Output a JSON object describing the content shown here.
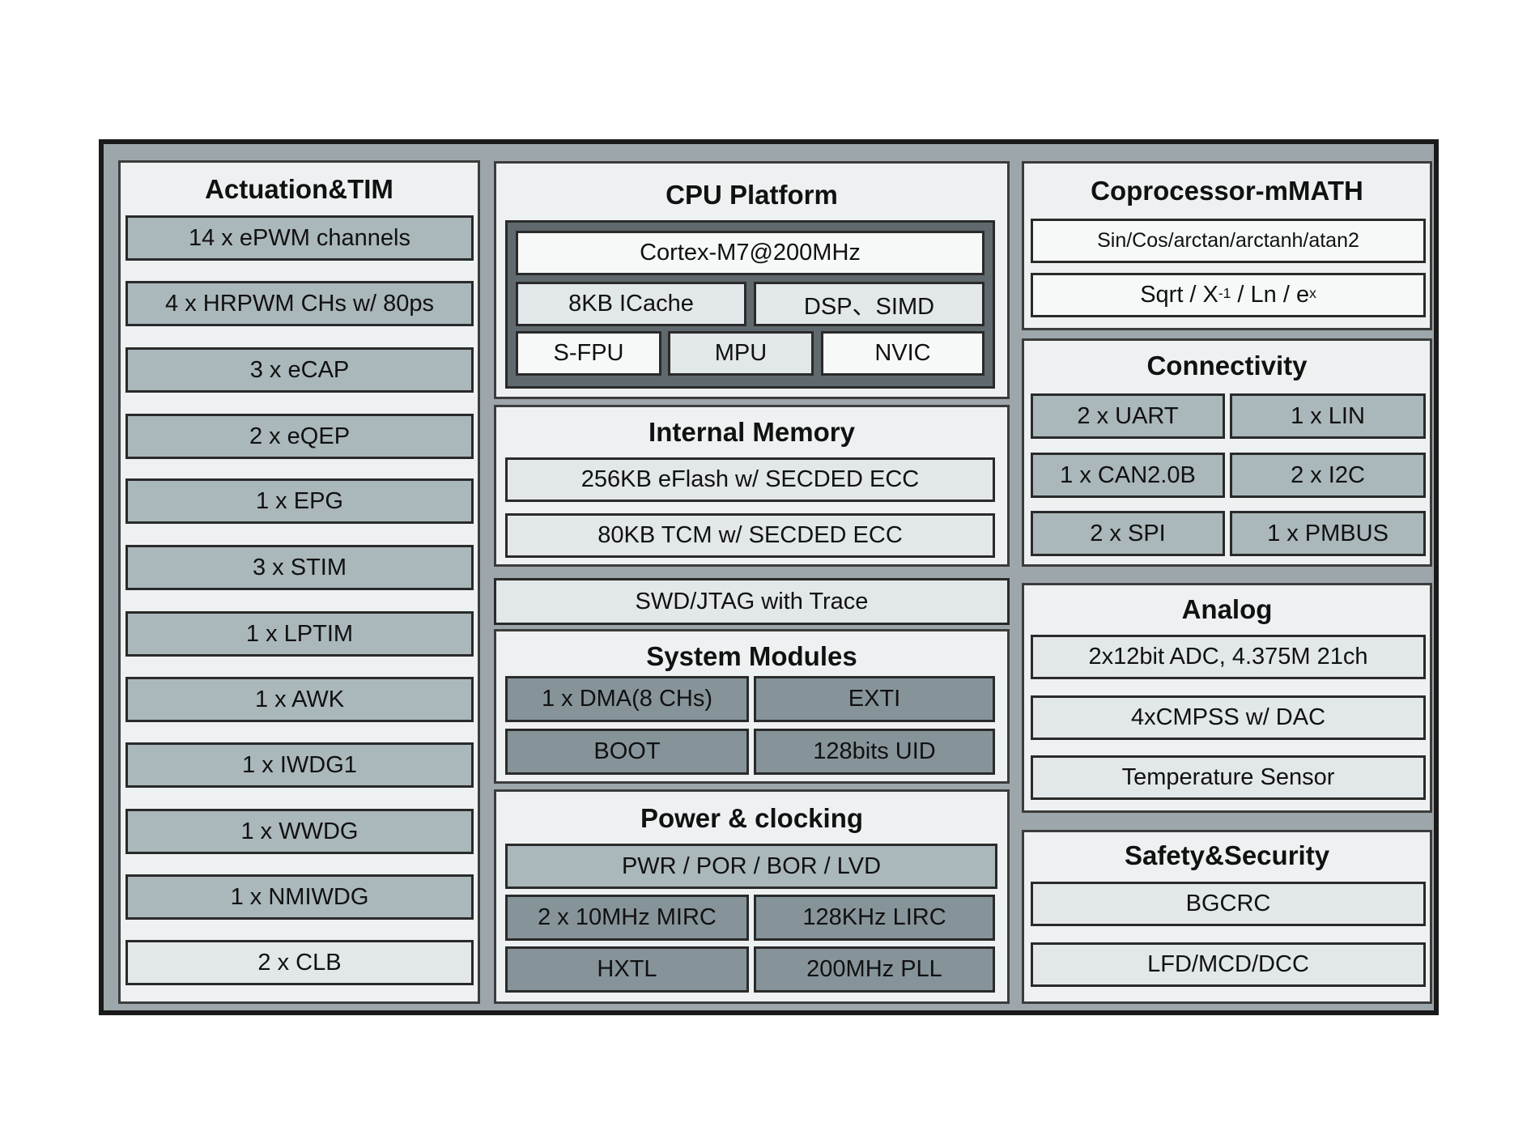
{
  "actuation": {
    "title": "Actuation&TIM",
    "items": [
      "14 x ePWM channels",
      "4 x HRPWM CHs w/ 80ps",
      "3 x eCAP",
      "2 x eQEP",
      "1 x EPG",
      "3 x STIM",
      "1 x LPTIM",
      "1 x AWK",
      "1 x IWDG1",
      "1 x WWDG",
      "1 x NMIWDG",
      "2 x CLB"
    ]
  },
  "cpu": {
    "title": "CPU Platform",
    "core": "Cortex-M7@200MHz",
    "icache": "8KB ICache",
    "dsp": "DSP、SIMD",
    "sfpu": "S-FPU",
    "mpu": "MPU",
    "nvic": "NVIC"
  },
  "memory": {
    "title": "Internal Memory",
    "eflash": "256KB eFlash w/ SECDED ECC",
    "tcm": "80KB TCM w/ SECDED ECC"
  },
  "debug": {
    "label": "SWD/JTAG with Trace"
  },
  "system": {
    "title": "System Modules",
    "dma": "1 x DMA(8 CHs)",
    "exti": "EXTI",
    "boot": "BOOT",
    "uid": "128bits UID"
  },
  "power": {
    "title": "Power & clocking",
    "pwr": "PWR / POR / BOR / LVD",
    "mirc": "2 x 10MHz MIRC",
    "lirc": "128KHz LIRC",
    "hxtl": "HXTL",
    "pll": "200MHz PLL"
  },
  "coprocessor": {
    "title": "Coprocessor-mMATH",
    "trig": "Sin/Cos/arctan/arctanh/atan2",
    "math_prefix": "Sqrt / X",
    "math_sup1": "-1",
    "math_mid": " / Ln / e",
    "math_sup2": "x"
  },
  "connectivity": {
    "title": "Connectivity",
    "uart": "2 x UART",
    "lin": "1 x LIN",
    "can": "1 x CAN2.0B",
    "i2c": "2 x I2C",
    "spi": "2 x SPI",
    "pmbus": "1 x PMBUS"
  },
  "analog": {
    "title": "Analog",
    "adc": "2x12bit ADC, 4.375M 21ch",
    "cmpss": "4xCMPSS w/ DAC",
    "temp": "Temperature Sensor"
  },
  "safety": {
    "title": "Safety&Security",
    "bgcrc": "BGCRC",
    "lfd": "LFD/MCD/DCC"
  }
}
